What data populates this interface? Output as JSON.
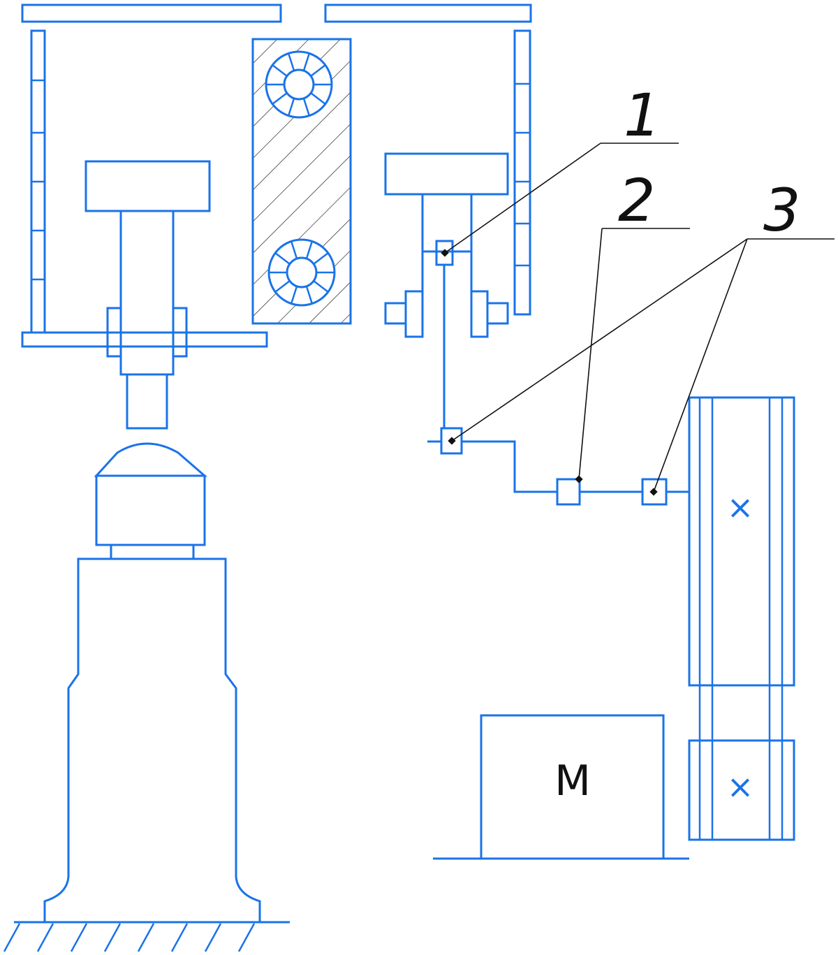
{
  "callouts": [
    "1",
    "2",
    "3"
  ],
  "motor_label": "M",
  "pulley_mark": "×",
  "colors": {
    "outline": "#1a73e8",
    "leader": "#111111",
    "background": "#ffffff"
  }
}
